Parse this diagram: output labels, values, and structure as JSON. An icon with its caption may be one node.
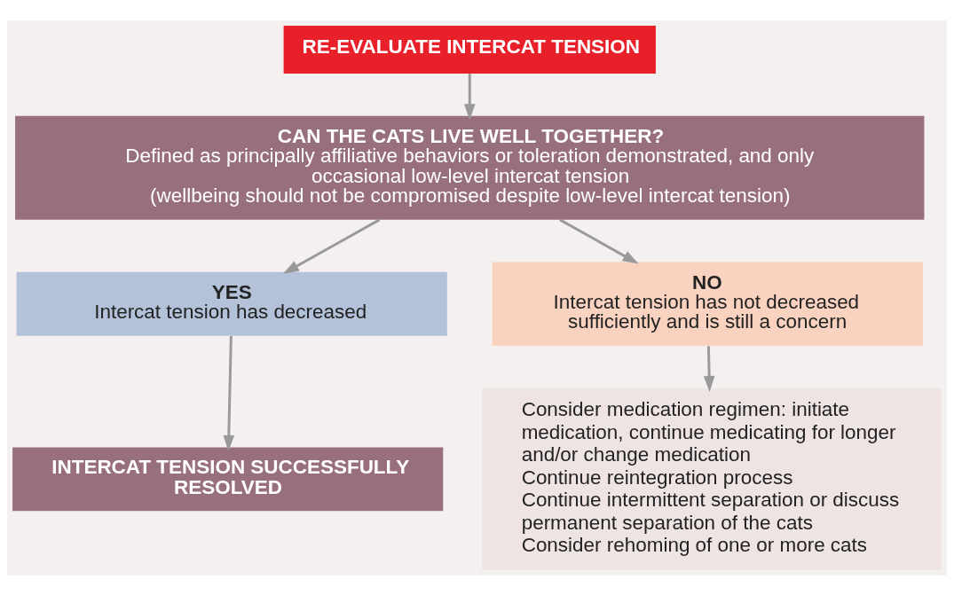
{
  "diagram": {
    "nodes": [
      {
        "text": [
          "RE-EVALUATE INTERCAT TENSION"
        ]
      },
      {
        "text": [
          "CAN THE CATS LIVE WELL TOGETHER?",
          "Defined as principally affiliative behaviors or toleration demonstrated, and only occasional low-level intercat tension",
          "(wellbeing should not be compromised despite low-level intercat tension)"
        ]
      },
      {
        "text": [
          "YES",
          "Intercat tension has decreased"
        ]
      },
      {
        "text": [
          "NO",
          "Intercat tension has not decreased sufficiently and is still a concern"
        ]
      },
      {
        "text": [
          "INTERCAT TENSION SUCCESSFULLY RESOLVED"
        ]
      },
      {
        "text": [
          "Consider medication regimen: initiate medication, continue medicating for longer and/or change medication",
          "Continue reintegration process",
          "Continue intermittent separation or discuss permanent separation of the cats",
          "Consider rehoming of one or more cats"
        ]
      }
    ],
    "edges": [
      {
        "from": 0,
        "to": 1,
        "arrow": "to"
      },
      {
        "from": 1,
        "to": 2,
        "arrow": "to"
      },
      {
        "from": 1,
        "to": 3,
        "arrow": "to"
      },
      {
        "from": 2,
        "to": 4,
        "arrow": "to"
      },
      {
        "from": 3,
        "to": 5,
        "arrow": "to"
      }
    ]
  }
}
